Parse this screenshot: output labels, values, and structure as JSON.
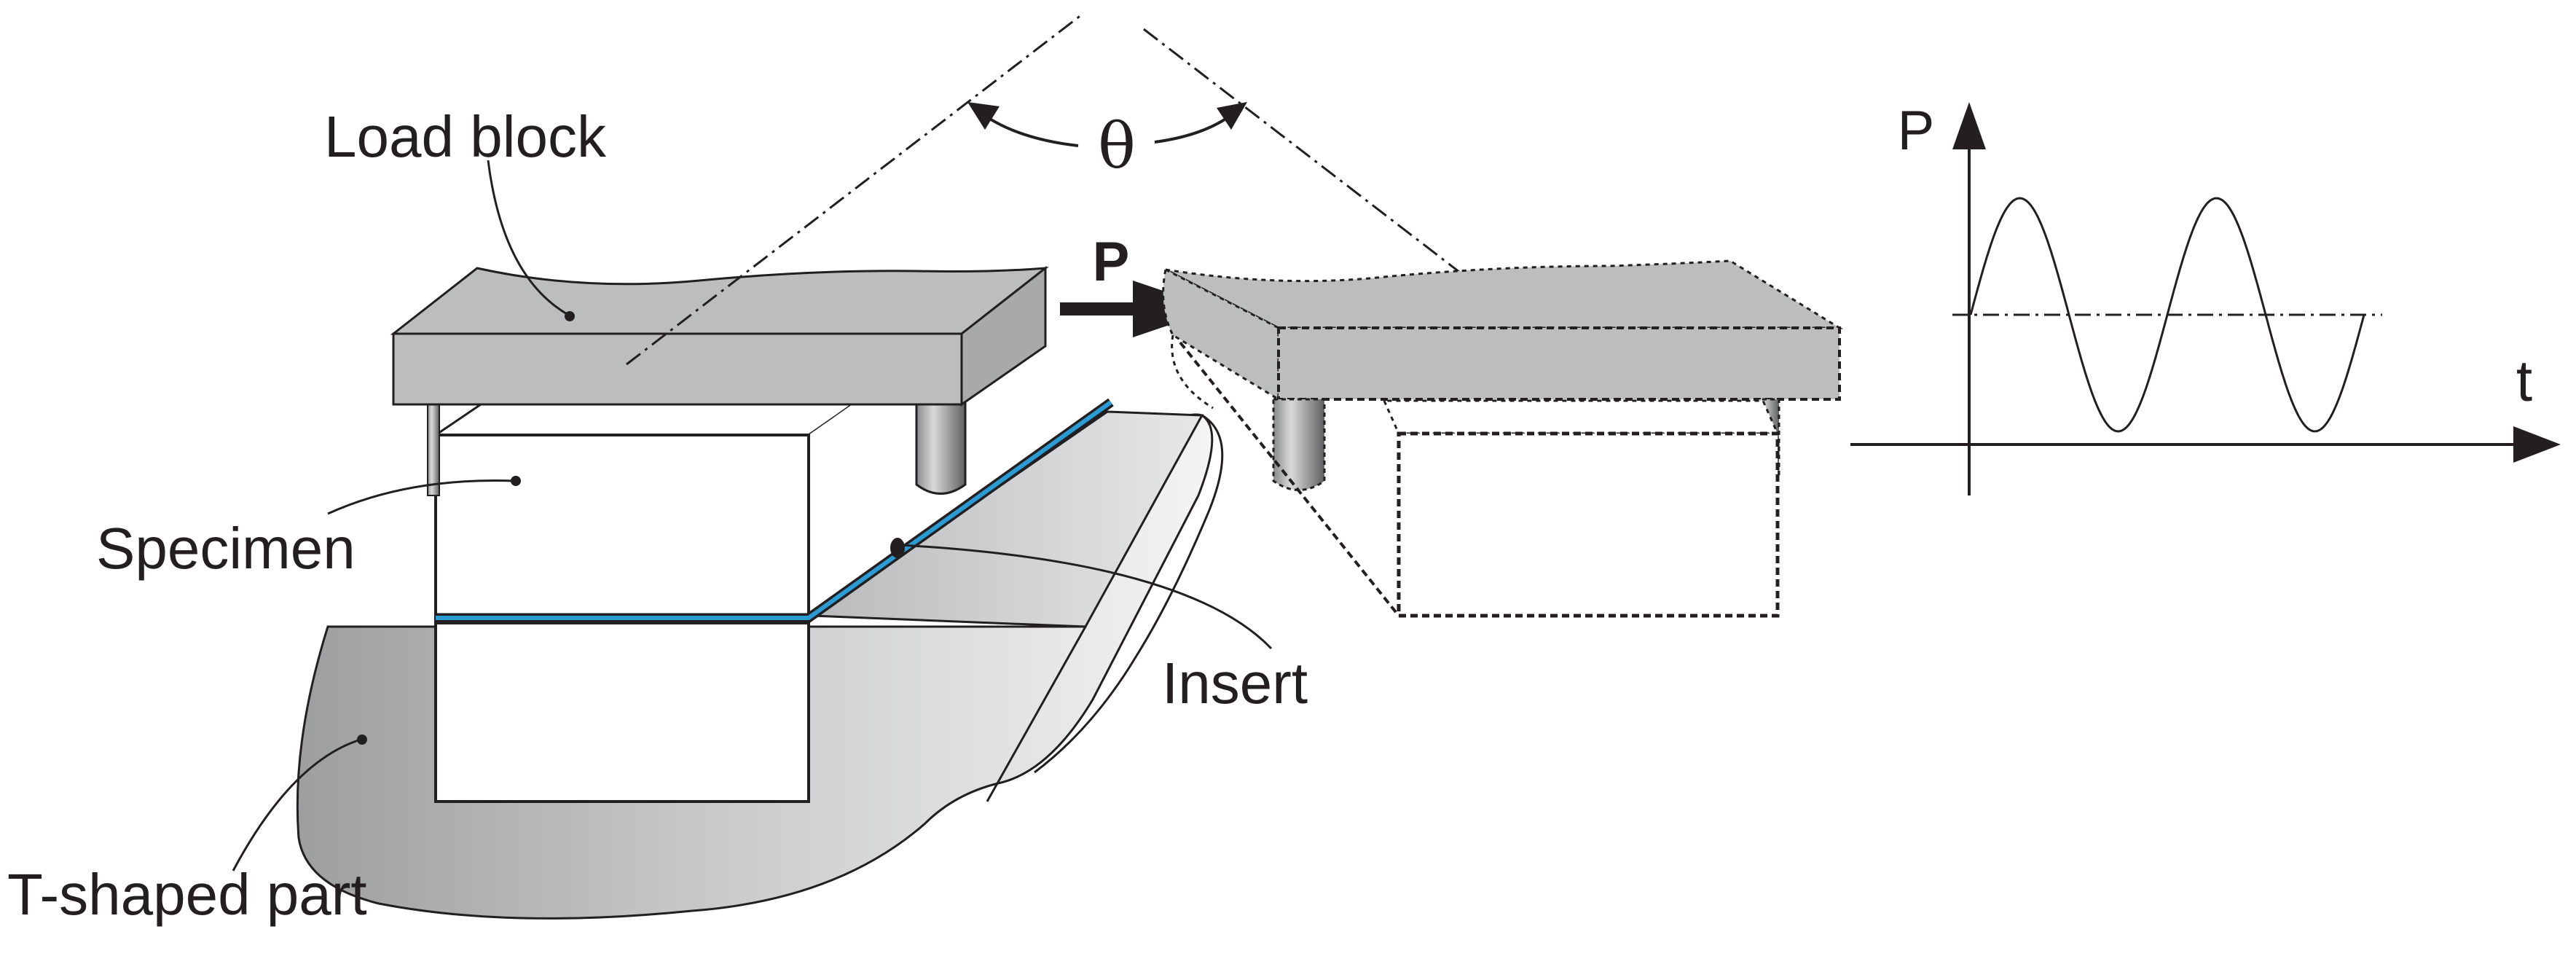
{
  "labels": {
    "load_block": "Load block",
    "specimen": "Specimen",
    "t_shaped_part": "T-shaped part",
    "insert": "Insert",
    "angle": "θ",
    "force": "P",
    "graph_y_axis": "P",
    "graph_x_axis": "t"
  },
  "colors": {
    "outline": "#231f20",
    "block_fill": "#bcbdbf",
    "insert_line": "#2b9bd3",
    "background": "#ffffff"
  }
}
